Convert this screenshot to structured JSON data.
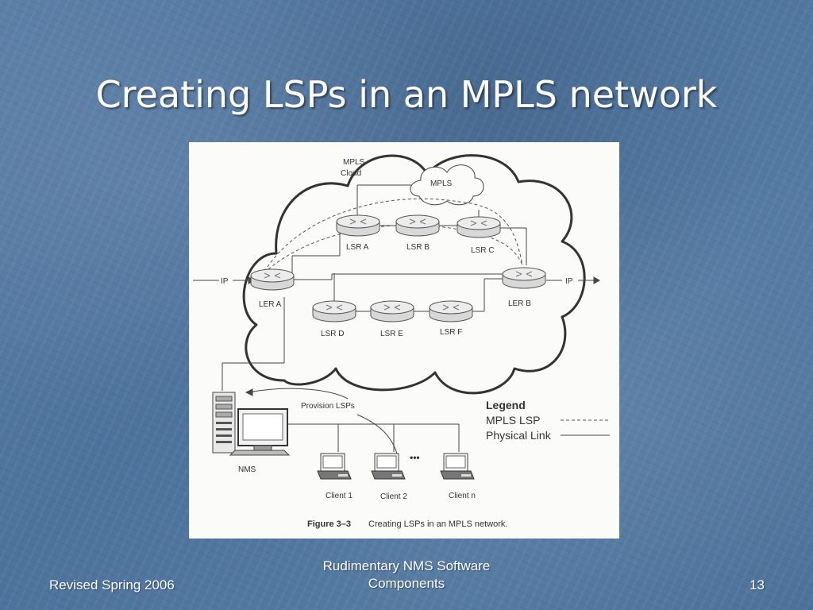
{
  "slide": {
    "title": "Creating LSPs in an MPLS network",
    "footer_left": "Revised Spring 2006",
    "footer_center_line1": "Rudimentary NMS Software",
    "footer_center_line2": "Components",
    "page_number": "13"
  },
  "figure": {
    "cloud_label_1": "MPLS",
    "cloud_label_2": "Cloud",
    "inner_cloud_label": "MPLS",
    "nodes": {
      "ler_a": "LER A",
      "ler_b": "LER B",
      "lsr_a": "LSR A",
      "lsr_b": "LSR B",
      "lsr_c": "LSR C",
      "lsr_d": "LSR D",
      "lsr_e": "LSR E",
      "lsr_f": "LSR F"
    },
    "ip_in": "IP",
    "ip_out": "IP",
    "provision": "Provision LSPs",
    "nms": "NMS",
    "client_1": "Client 1",
    "client_2": "Client 2",
    "client_n": "Client n",
    "ellipsis": "•••",
    "legend_title": "Legend",
    "legend_lsp": "MPLS LSP",
    "legend_link": "Physical Link",
    "caption_label": "Figure 3–3",
    "caption_text": "Creating LSPs in an MPLS network."
  }
}
